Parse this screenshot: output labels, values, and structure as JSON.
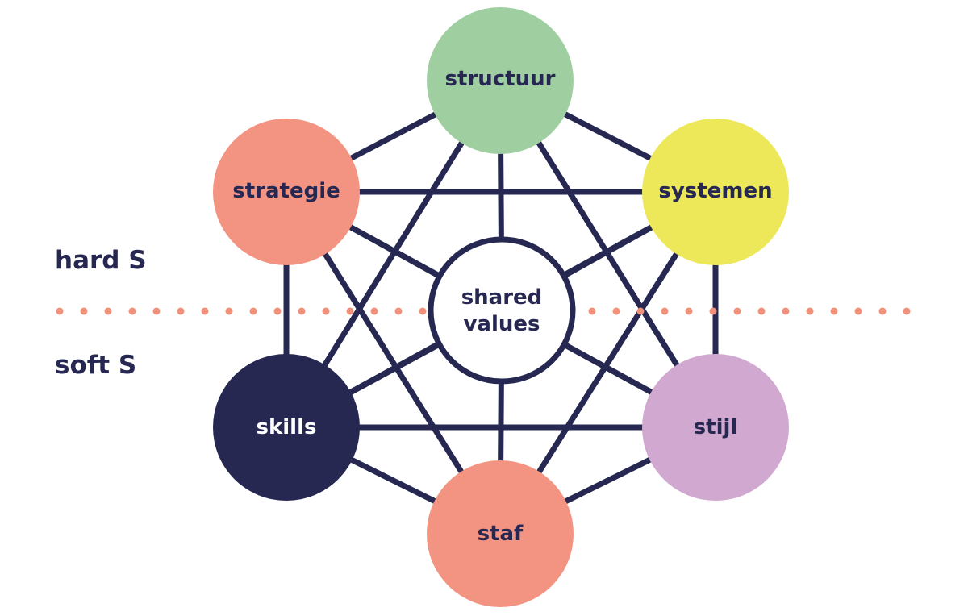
{
  "colors": {
    "line": "#262852",
    "text_dark": "#262852",
    "text_light": "#ffffff",
    "divider_dot": "#f0917c",
    "background": "#ffffff"
  },
  "side_labels": {
    "hard": "hard S",
    "soft": "soft S"
  },
  "nodes": {
    "structure": {
      "label": "structuur",
      "fill": "#9fcfa0"
    },
    "strategy": {
      "label": "strategie",
      "fill": "#f29481"
    },
    "systems": {
      "label": "systemen",
      "fill": "#ece85a"
    },
    "skills": {
      "label": "skills",
      "fill": "#262852"
    },
    "style": {
      "label": "stijl",
      "fill": "#d1a9d0"
    },
    "staff": {
      "label": "staf",
      "fill": "#f29481"
    },
    "shared_values": {
      "label_line1": "shared",
      "label_line2": "values",
      "fill": "#ffffff"
    }
  }
}
